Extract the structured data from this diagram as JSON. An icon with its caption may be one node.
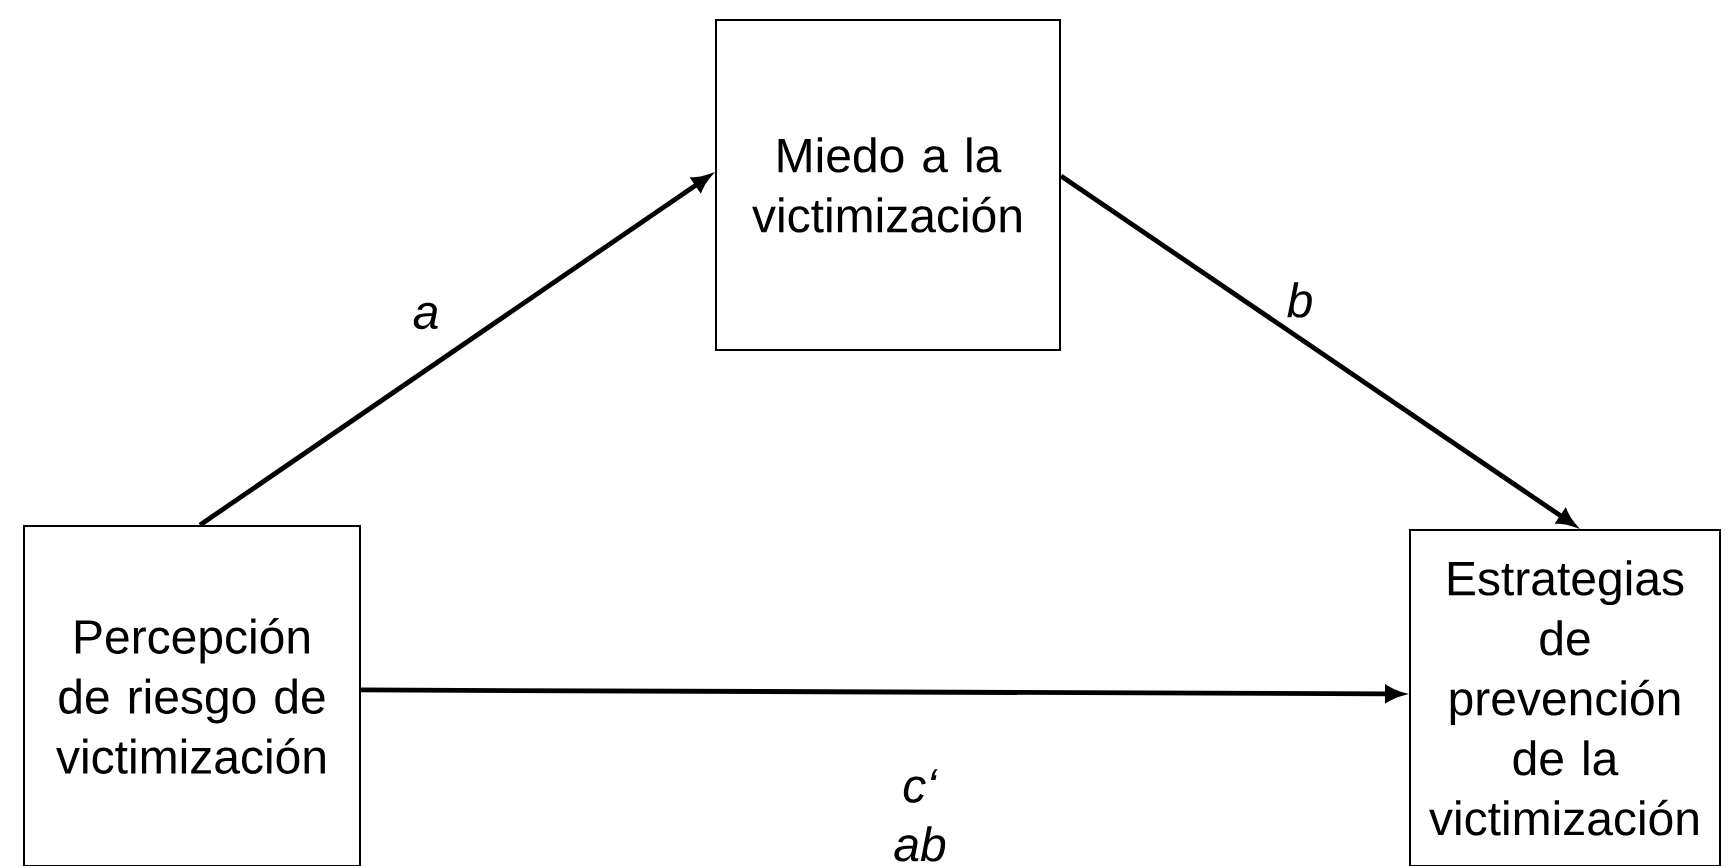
{
  "diagram": {
    "nodes": [
      {
        "text": [
          "Percepción de riesgo de victimización"
        ]
      },
      {
        "text": [
          "Miedo a la victimización"
        ]
      },
      {
        "text": [
          "Estrategias de prevención de la victimización"
        ]
      }
    ],
    "edges": [
      {
        "from": 0,
        "to": 1,
        "arrow": "to",
        "label": "*a*"
      },
      {
        "from": 1,
        "to": 2,
        "arrow": "to",
        "label": "*b*"
      },
      {
        "from": 0,
        "to": 2,
        "arrow": "to",
        "label": "*c‘*"
      }
    ],
    "labels": [
      "*ab*"
    ]
  }
}
